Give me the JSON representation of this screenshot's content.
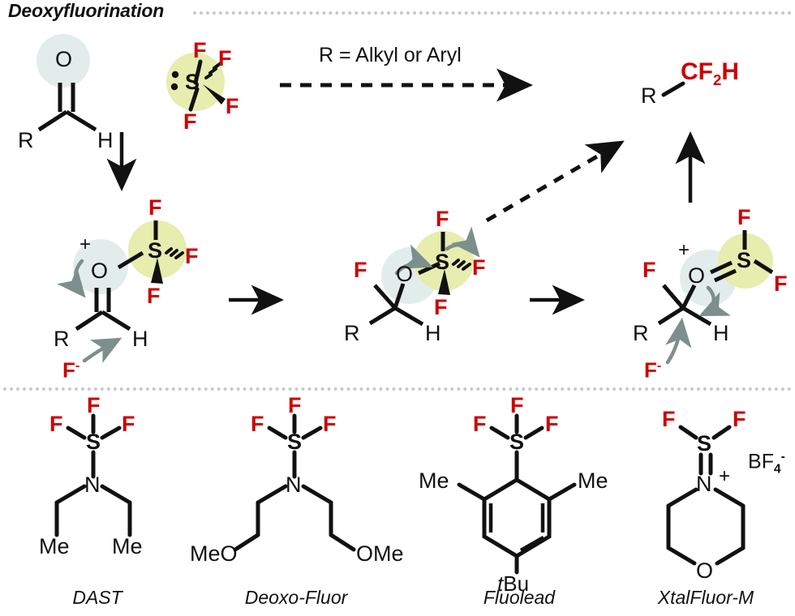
{
  "section": {
    "title": "Deoxyfluorination"
  },
  "scheme": {
    "condition_label": "R = Alkyl or Aryl",
    "starting_material": {
      "r_label": "R",
      "o_label": "O",
      "h_label": "H"
    },
    "reagent_sf4": {
      "s_label": "S",
      "f_top": "F",
      "f_upper_right": "F",
      "f_lower_right": "F",
      "f_bottom": "F"
    },
    "product": {
      "r_label": "R",
      "group_label_c": "C",
      "group_label_f": "F",
      "group_label_sub": "2",
      "group_label_h": "H",
      "group_full": "CF2H"
    },
    "intermediate_1": {
      "r_label": "R",
      "h_label": "H",
      "o_label": "O",
      "charge": "+",
      "s_label": "S",
      "f_top": "F",
      "f_right": "F",
      "f_bottom": "F",
      "fluoride": "F",
      "fluoride_charge": "-"
    },
    "intermediate_2": {
      "r_label": "R",
      "h_label": "H",
      "o_label": "O",
      "s_label": "S",
      "f_left": "F",
      "f_top": "F",
      "f_right": "F",
      "f_bottom": "F"
    },
    "intermediate_3": {
      "r_label": "R",
      "h_label": "H",
      "o_label": "O",
      "charge": "+",
      "s_label": "S",
      "f_left": "F",
      "f_top": "F",
      "f_right": "F",
      "fluoride": "F",
      "fluoride_charge": "-"
    }
  },
  "reagents": [
    {
      "name": "DAST",
      "atoms": {
        "s": "S",
        "n": "N",
        "f_top": "F",
        "f_left": "F",
        "f_right": "F",
        "me_left": "Me",
        "me_right": "Me"
      }
    },
    {
      "name": "Deoxo-Fluor",
      "atoms": {
        "s": "S",
        "n": "N",
        "f_top": "F",
        "f_left": "F",
        "f_right": "F",
        "ome_left": "MeO",
        "ome_right": "OMe"
      }
    },
    {
      "name": "Fluolead",
      "atoms": {
        "s": "S",
        "f_top": "F",
        "f_left": "F",
        "f_right": "F",
        "me_left": "Me",
        "me_right": "Me",
        "tbu_italic": "t",
        "tbu_rest": "Bu"
      }
    },
    {
      "name": "XtalFluor-M",
      "atoms": {
        "s": "S",
        "n": "N",
        "n_charge": "+",
        "o": "O",
        "f_left": "F",
        "f_right": "F",
        "counterion_b": "B",
        "counterion_f": "F",
        "counterion_sub": "4",
        "counterion_charge": "-",
        "counterion_full": "BF4-"
      }
    }
  ],
  "colors": {
    "fluorine_red": "#cc0000",
    "sulfur_halo_yellow": "#e6edae",
    "oxygen_halo_blue": "#e2edeb",
    "rule_gray": "#c3ccca",
    "arrow_gray": "#7d8f8c",
    "ink": "#111111"
  }
}
